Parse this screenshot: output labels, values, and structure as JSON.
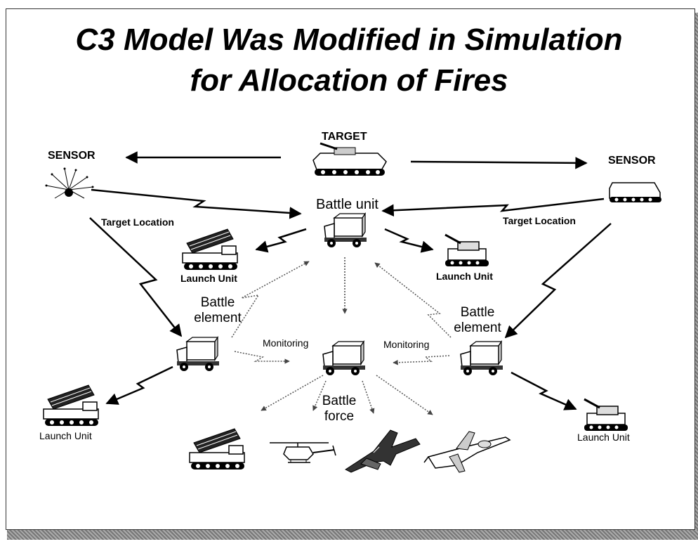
{
  "title": {
    "line1": "C3 Model Was Modified in Simulation",
    "line2": "for Allocation of Fires"
  },
  "labels": {
    "target": "TARGET",
    "sensor_left": "SENSOR",
    "sensor_right": "SENSOR",
    "target_location_left": "Target Location",
    "target_location_right": "Target Location",
    "battle_unit": "Battle unit",
    "launch_unit_upper_left": "Launch Unit",
    "launch_unit_upper_right": "Launch Unit",
    "battle_element_left_1": "Battle",
    "battle_element_left_2": "element",
    "battle_element_right_1": "Battle",
    "battle_element_right_2": "element",
    "monitoring_left": "Monitoring",
    "monitoring_right": "Monitoring",
    "battle_force_1": "Battle",
    "battle_force_2": "force",
    "launch_unit_lower_left": "Launch Unit",
    "launch_unit_lower_right": "Launch Unit"
  }
}
